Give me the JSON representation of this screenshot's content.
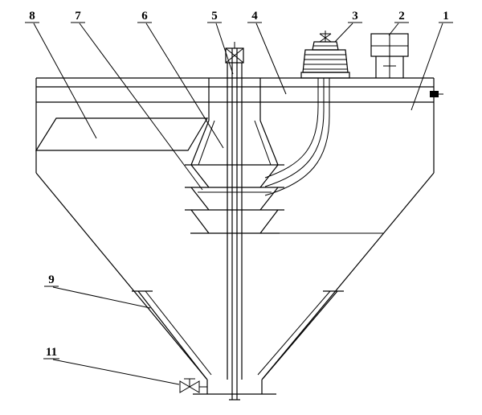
{
  "figure": {
    "background": "#ffffff",
    "line_color": "#000000"
  },
  "labels": [
    {
      "id": "8",
      "text": "8"
    },
    {
      "id": "7",
      "text": "7"
    },
    {
      "id": "6",
      "text": "6"
    },
    {
      "id": "5",
      "text": "5"
    },
    {
      "id": "4",
      "text": "4"
    },
    {
      "id": "3",
      "text": "3"
    },
    {
      "id": "2",
      "text": "2"
    },
    {
      "id": "1",
      "text": "1"
    },
    {
      "id": "9",
      "text": "9"
    },
    {
      "id": "11",
      "text": "11"
    }
  ]
}
